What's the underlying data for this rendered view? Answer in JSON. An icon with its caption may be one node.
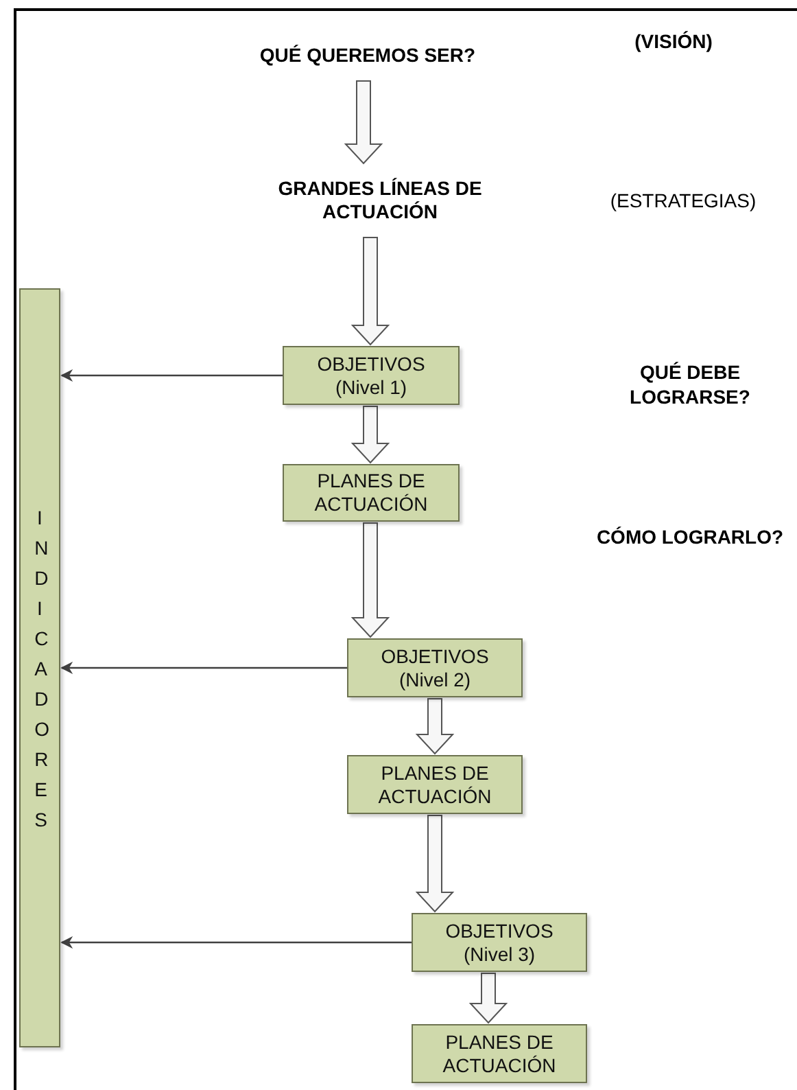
{
  "diagram": {
    "nodes": [
      {
        "text": [
          "QUÉ QUEREMOS SER?"
        ]
      },
      {
        "text": [
          "GRANDES LÍNEAS DE ACTUACIÓN"
        ]
      },
      {
        "text": [
          "OBJETIVOS (Nivel 1)"
        ]
      },
      {
        "text": [
          "PLANES DE ACTUACIÓN"
        ]
      },
      {
        "text": [
          "OBJETIVOS (Nivel 2)"
        ]
      },
      {
        "text": [
          "PLANES DE ACTUACIÓN"
        ]
      },
      {
        "text": [
          "OBJETIVOS (Nivel 3)"
        ]
      },
      {
        "text": [
          "PLANES DE ACTUACIÓN"
        ]
      },
      {
        "text": [
          "INDICADORES"
        ]
      }
    ],
    "edges": [
      {
        "from": 0,
        "to": 1,
        "arrow": "to",
        "style": "thick"
      },
      {
        "from": 1,
        "to": 2,
        "arrow": "to",
        "style": "thick"
      },
      {
        "from": 2,
        "to": 3,
        "arrow": "to",
        "style": "thick"
      },
      {
        "from": 3,
        "to": 4,
        "arrow": "to",
        "style": "thick"
      },
      {
        "from": 4,
        "to": 5,
        "arrow": "to",
        "style": "thick"
      },
      {
        "from": 5,
        "to": 6,
        "arrow": "to",
        "style": "thick"
      },
      {
        "from": 6,
        "to": 7,
        "arrow": "to",
        "style": "thick"
      },
      {
        "from": 2,
        "to": 8,
        "arrow": "to"
      },
      {
        "from": 4,
        "to": 8,
        "arrow": "to"
      },
      {
        "from": 6,
        "to": 8,
        "arrow": "to"
      }
    ],
    "labels": [
      "(VISIÓN)",
      "(ESTRATEGIAS)",
      "QUÉ DEBE LOGRARSE?",
      "CÓMO LOGRARLO?"
    ]
  }
}
